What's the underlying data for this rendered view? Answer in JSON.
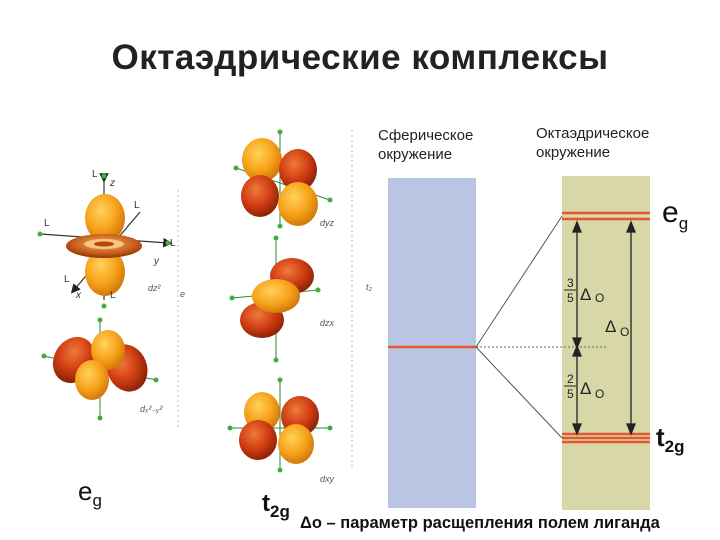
{
  "title": "Октаэдрические комплексы",
  "spherical_label": "Сферическое окружение",
  "octahedral_label": "Октаэдрическое окружение",
  "eg_right": {
    "main": "e",
    "sub": "g"
  },
  "t2g_right": {
    "main": "t",
    "sub": "2g"
  },
  "eg_bottom": {
    "main": "e",
    "sub": "g"
  },
  "t2g_bottom": {
    "main": "t",
    "sub": "2g"
  },
  "caption": "Δo – параметр расщепления полем лиганда",
  "delta_upper": {
    "num": "3",
    "den": "5",
    "sym": "Δ",
    "sub": "O"
  },
  "delta_mid": {
    "sym": "Δ",
    "sub": "O"
  },
  "delta_lower": {
    "num": "2",
    "den": "5",
    "sym": "Δ",
    "sub": "O"
  },
  "axis_labels": {
    "z": "z",
    "y": "y",
    "x": "x",
    "L": "L"
  },
  "orbital_tags": {
    "dz2": "dz²",
    "dx2y2": "dₓ²₋ᵧ²",
    "dyz": "dyz",
    "dzx": "dzx",
    "dxy": "dxy",
    "eg": "eg",
    "t2g": "t2g"
  },
  "colors": {
    "lobe_dark": "#c83a10",
    "lobe_light": "#f7a21a",
    "panel_blue": "#b9c5e3",
    "panel_green": "#d7d7a8",
    "level_orange": "#e4572e",
    "ligand_green": "#3fae3f"
  }
}
